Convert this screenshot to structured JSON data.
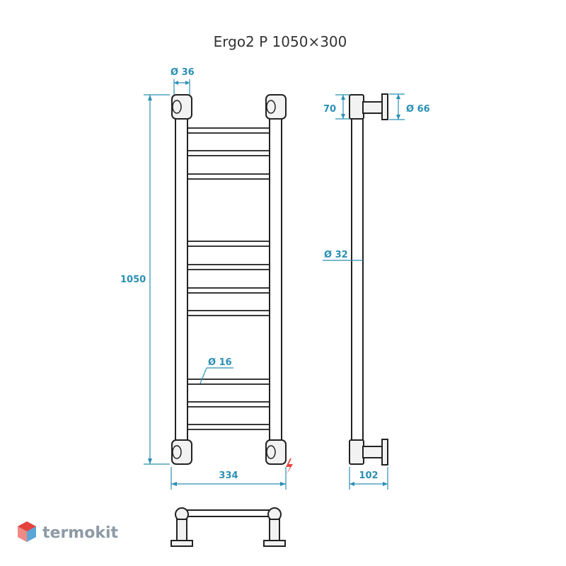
{
  "title": "Ergo2 P 1050×300",
  "dimensions": {
    "outer_diameter": "Ø 36",
    "height": "1050",
    "width": "334",
    "rung_diameter": "Ø 16",
    "side_offset": "70",
    "flange_diameter": "Ø 66",
    "side_pipe_diameter": "Ø 32",
    "depth": "102"
  },
  "icons": {
    "electric": "lightning-icon"
  },
  "brand": {
    "name": "termokit"
  },
  "colors": {
    "dimension": "#2a8fb4",
    "outline": "#222222",
    "logo_red": "#e6423c",
    "logo_blue": "#5aa7d6"
  }
}
